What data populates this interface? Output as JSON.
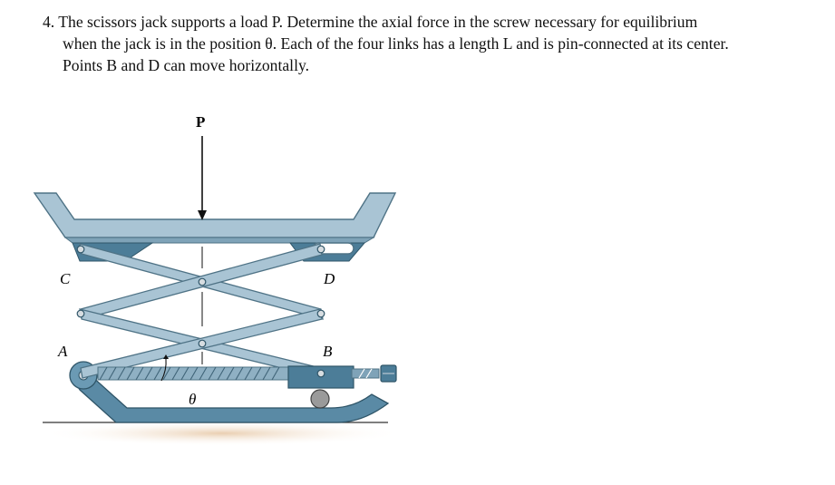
{
  "problem": {
    "number": "4.",
    "line1": "The scissors jack supports a load P. Determine the axial force in the screw necessary for equilibrium",
    "line2": "when the jack is in the position θ. Each of the four links has a length L and is pin-connected at its center.",
    "line3": "Points B and D can move horizontally."
  },
  "figure": {
    "load_label": "P",
    "label_c": "C",
    "label_d": "D",
    "label_a": "A",
    "label_b": "B",
    "angle_label": "θ"
  },
  "colors": {
    "link_fill": "#a9c4d4",
    "link_stroke": "#4f7386",
    "dark_fill": "#4c7d98",
    "base_fill": "#5a8aa5"
  }
}
